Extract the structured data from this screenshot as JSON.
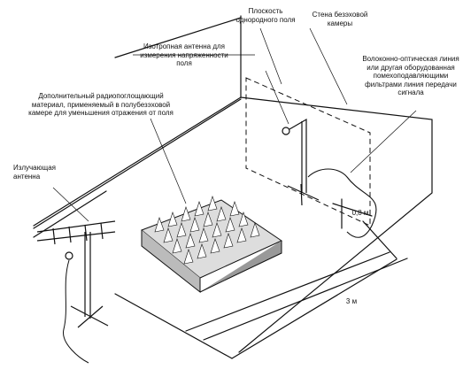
{
  "labels": {
    "uniform_field_plane": "Плоскость однородного поля",
    "chamber_wall": "Стена безэховой камеры",
    "isotropic_antenna": "Изотропная антенна для измерения напряженности поля",
    "fiber_line": "Волоконно-оптическая линия или другая оборудованная помехоподавляющими фильтрами линия передачи сигнала",
    "absorbing_material": "Дополнительный радиопоглощающий материал, применяемый в полубезэховой камере для уменьшения отражения от поля",
    "radiating_antenna": "Излучающая антенна"
  },
  "dimensions": {
    "height": "0,8 м",
    "distance": "3 м"
  }
}
